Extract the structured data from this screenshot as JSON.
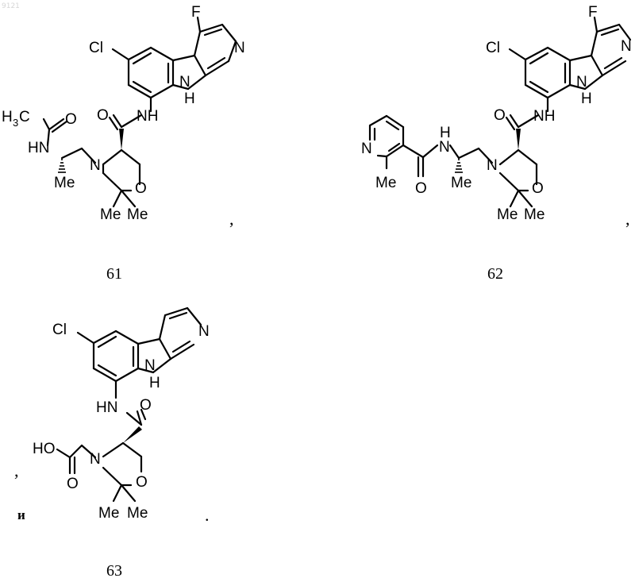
{
  "page_marker": "9121",
  "compounds": [
    {
      "number": "61",
      "separator": ",",
      "atoms": {
        "fluoro": "F",
        "chloro": "Cl",
        "pyridine_n": "N",
        "indole_nh_n": "N",
        "indole_nh_h": "H",
        "amide_nh": "NH",
        "amide_o": "O",
        "acetyl_ch3": "H",
        "acetyl_ch3_c": "C",
        "acetyl_ch3_sub": "3",
        "acetyl_o": "O",
        "acetamide_hn": "HN",
        "methyl": "Me",
        "morpholine_n": "N",
        "morpholine_o": "O",
        "gem_me_1": "Me",
        "gem_me_2": "Me"
      }
    },
    {
      "number": "62",
      "separator": ",",
      "atoms": {
        "fluoro": "F",
        "chloro": "Cl",
        "pyridine_n": "N",
        "indole_nh_n": "N",
        "indole_nh_h": "H",
        "amide_nh": "NH",
        "amide_o": "O",
        "nicotinamide_n": "N",
        "nicotinamide_me": "Me",
        "nicotinamide_o": "O",
        "nicotinamide_nh_h": "H",
        "nicotinamide_nh_n": "N",
        "methyl": "Me",
        "morpholine_n": "N",
        "morpholine_o": "O",
        "gem_me_1": "Me",
        "gem_me_2": "Me"
      }
    },
    {
      "number": "63",
      "separator": ".",
      "conjunction": "и",
      "stray_mark": ",",
      "atoms": {
        "chloro": "Cl",
        "pyridine_n": "N",
        "indole_nh_n": "N",
        "indole_nh_h": "H",
        "amide_hn": "HN",
        "amide_o": "O",
        "acid_ho": "HO",
        "acid_o": "O",
        "morpholine_n": "N",
        "morpholine_o": "O",
        "gem_me_1": "Me",
        "gem_me_2": "Me"
      }
    }
  ]
}
